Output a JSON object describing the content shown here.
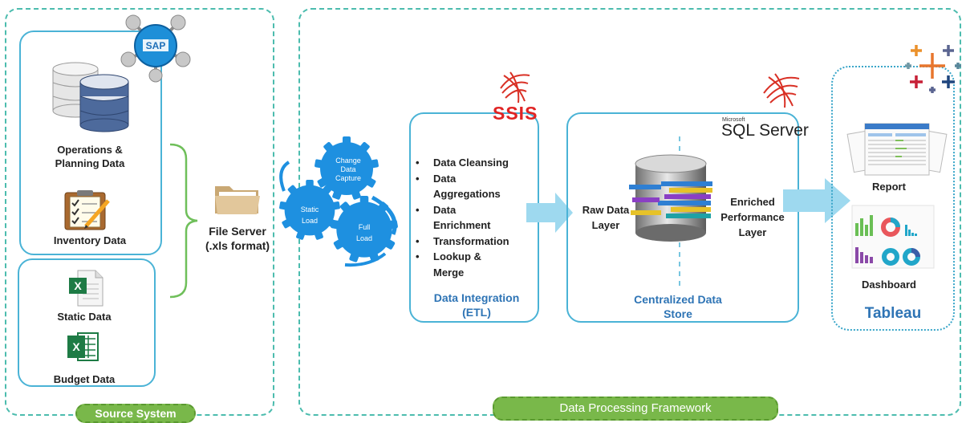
{
  "source": {
    "sap_logo": "SAP",
    "ops_label": "Operations & Planning Data",
    "inventory_label": "Inventory Data",
    "static_label": "Static Data",
    "budget_label": "Budget Data",
    "section_label": "Source System"
  },
  "file_server": {
    "label_line1": "File Server",
    "label_line2": "(.xls format)"
  },
  "gears": {
    "change": [
      "Change",
      "Data",
      "Capture"
    ],
    "static": [
      "Static",
      "Load"
    ],
    "full": [
      "Full",
      "Load"
    ]
  },
  "etl": {
    "logo": "SSIS",
    "bullets": [
      "Data Cleansing",
      "Data Aggregations",
      "Data Enrichment",
      "Transformation",
      "Lookup & Merge"
    ],
    "title": "Data Integration (ETL)"
  },
  "store": {
    "logo_small": "Microsoft",
    "logo": "SQL Server",
    "raw_layer": "Raw Data Layer",
    "enriched_layer": "Enriched Performance Layer",
    "title": "Centralized Data Store"
  },
  "tableau": {
    "report_label": "Report",
    "dashboard_label": "Dashboard",
    "title": "Tableau"
  },
  "framework_label": "Data Processing Framework",
  "colors": {
    "dashed_border": "#4cbcae",
    "box_border": "#4ab3d6",
    "pill_green": "#79b84a",
    "arrow_blue": "#9ed9ef",
    "title_blue": "#2e74b5",
    "ssis_red": "#e02424",
    "gear_blue": "#1e90e0"
  }
}
